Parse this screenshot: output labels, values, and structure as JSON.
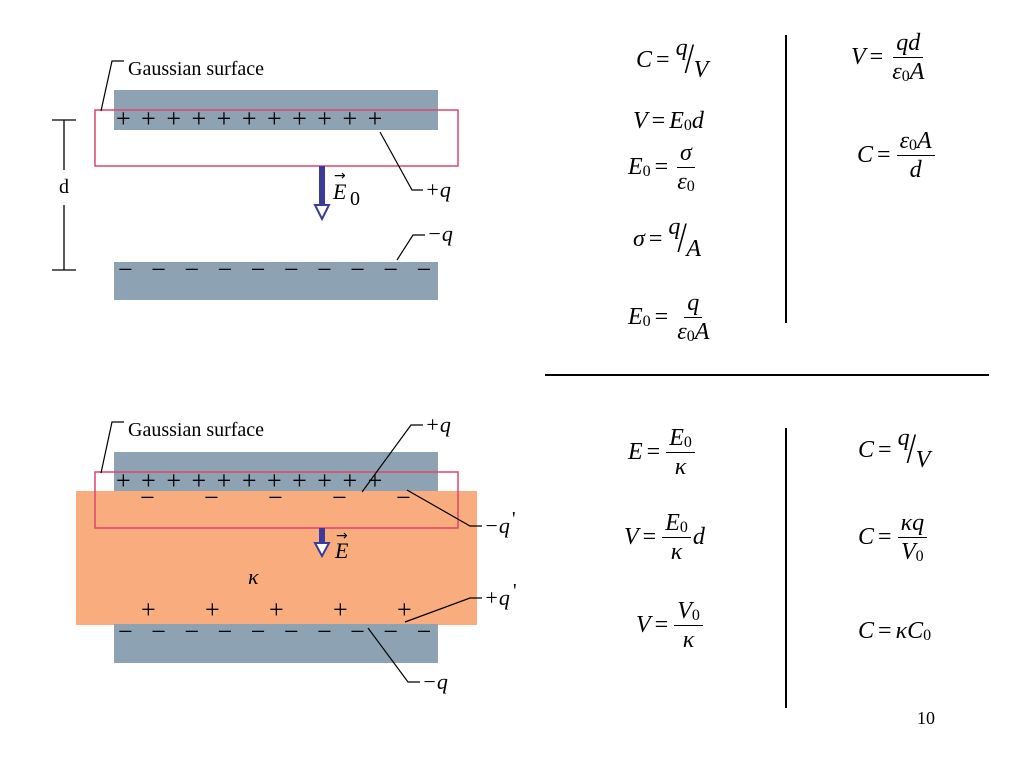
{
  "top_diagram": {
    "gaussian_label": "Gaussian surface",
    "distance_label": "d",
    "field_label": "E",
    "field_sub": "0",
    "plus_q": "+q",
    "minus_q": "−q",
    "plus_signs": "+ + + + + + + + + + +",
    "minus_signs": "− − − − − − − − − −"
  },
  "bottom_diagram": {
    "gaussian_label": "Gaussian surface",
    "field_label": "E",
    "kappa": "κ",
    "plus_q": "+q",
    "minus_q_prime": "−q",
    "plus_q_prime": "+q",
    "prime": "'",
    "minus_q": "−q"
  },
  "equations_top_left": {
    "c_eq": {
      "lhs": "C",
      "num": "q",
      "den": "V"
    },
    "v_eq": {
      "lhs": "V",
      "rhs": "E",
      "sub": "0",
      "tail": "d"
    },
    "e0_eq": {
      "lhs": "E",
      "sub": "0",
      "num": "σ",
      "den": "ε",
      "den_sub": "0"
    },
    "sigma_eq": {
      "lhs": "σ",
      "num": "q",
      "den": "A"
    },
    "e0_q_eq": {
      "lhs": "E",
      "sub": "0",
      "num": "q",
      "den": "ε",
      "den_sub": "0",
      "den_tail": "A"
    }
  },
  "equations_top_right": {
    "v_eq": {
      "lhs": "V",
      "num": "qd",
      "den": "ε",
      "den_sub": "0",
      "den_tail": "A"
    },
    "c_eq": {
      "lhs": "C",
      "num": "ε",
      "num_sub": "0",
      "num_tail": "A",
      "den": "d"
    }
  },
  "equations_bottom_left": {
    "e_eq": {
      "lhs": "E",
      "num": "E",
      "num_sub": "0",
      "den": "κ"
    },
    "v_eq": {
      "lhs": "V",
      "num": "E",
      "num_sub": "0",
      "den": "κ",
      "tail": "d"
    },
    "v0_eq": {
      "lhs": "V",
      "num": "V",
      "num_sub": "0",
      "den": "κ"
    }
  },
  "equations_bottom_right": {
    "c_eq": {
      "lhs": "C",
      "num": "q",
      "den": "V"
    },
    "c_kappa": {
      "lhs": "C",
      "num": "κq",
      "den": "V",
      "den_sub": "0"
    },
    "c_final": {
      "lhs": "C",
      "rhs": "κC",
      "sub": "0"
    }
  },
  "equals": "=",
  "page_number": "10"
}
